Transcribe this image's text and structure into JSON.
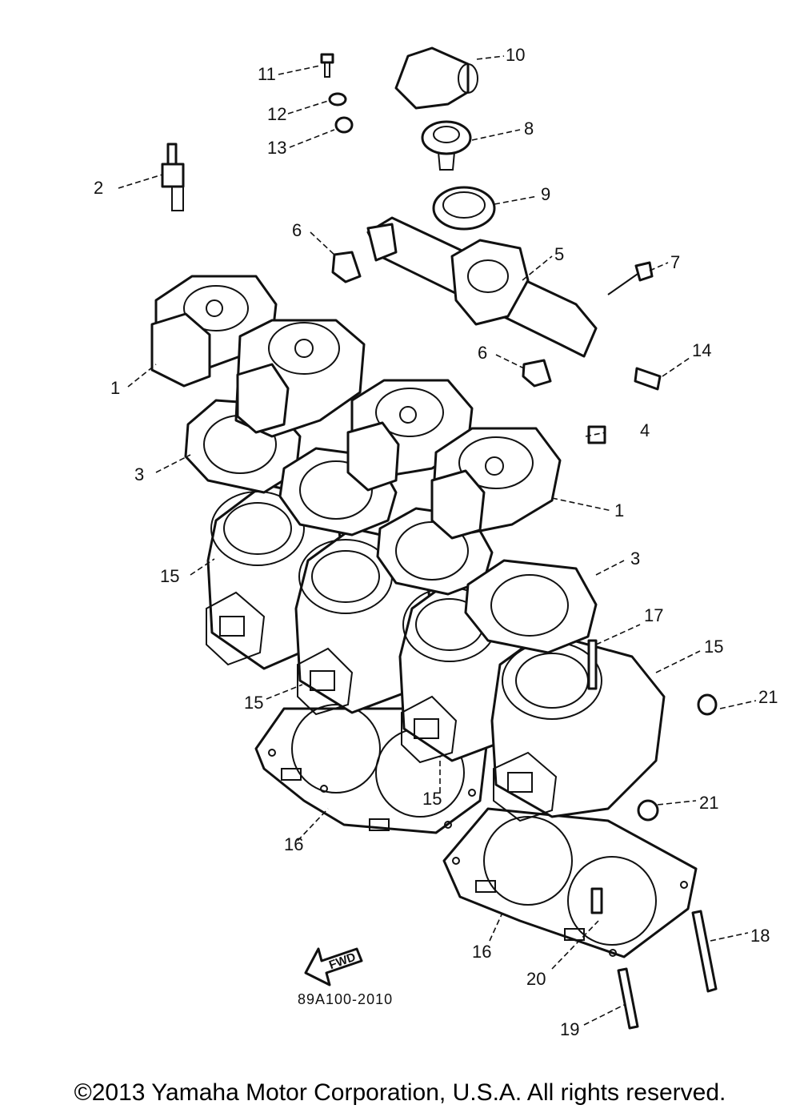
{
  "diagram": {
    "callouts": {
      "c1a": "1",
      "c1b": "1",
      "c2": "2",
      "c3a": "3",
      "c3b": "3",
      "c4": "4",
      "c5": "5",
      "c6a": "6",
      "c6b": "6",
      "c7": "7",
      "c8": "8",
      "c9": "9",
      "c10": "10",
      "c11": "11",
      "c12": "12",
      "c13": "13",
      "c14": "14",
      "c15a": "15",
      "c15b": "15",
      "c15c": "15",
      "c15d": "15",
      "c16a": "16",
      "c16b": "16",
      "c17": "17",
      "c18": "18",
      "c19": "19",
      "c20": "20",
      "c21a": "21",
      "c21b": "21"
    },
    "fwd_label": "FWD",
    "drawing_code": "89A100-2010"
  },
  "footer": {
    "copyright": "©2013 Yamaha Motor Corporation, U.S.A. All rights reserved."
  }
}
